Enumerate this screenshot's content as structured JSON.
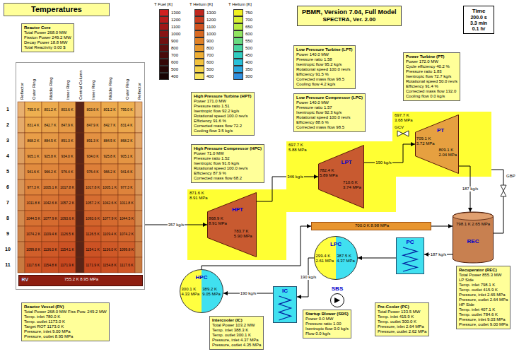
{
  "diagram": {
    "nodes": [
      {
        "text": [
          "Temperatures"
        ]
      },
      {
        "text": [
          "Reactor Core",
          "Total Power 268.0 MW",
          "Fission Power 249.2 MW",
          "Decay Power 18.8 MW",
          "Total Reactivity 0.00 $"
        ]
      },
      {
        "text": [
          "PBMR, Version 7.04, Full Model",
          "SPECTRA, Ver. 2.00"
        ]
      },
      {
        "text": [
          "Time",
          "200.0 s",
          "3.3 min",
          "0.1 hr"
        ]
      },
      {
        "text": [
          "Reflector",
          "Outer Ring",
          "Middle Ring",
          "Inner Ring",
          "Central Column",
          "Inner Ring",
          "Middle Ring",
          "Outer Ring",
          "Reflector"
        ]
      },
      {
        "text": [
          "RV",
          "755.2 K 8.95 MPa"
        ],
        "in": 4
      },
      {
        "text": [
          "Reactor Vessel (RV)",
          "Total Power 268.0 MW Fiss Pow. 249.2 MW",
          "Temp. inlet 780.0 K",
          "Temp. outlet 1173.0 K",
          "Target ROT 1173.0 K",
          "Pressure, inlet 9.00 MPa",
          "Pressure, outlet 8.95 MPa"
        ]
      },
      {
        "text": [
          "High Pressure Turbine (HPT)",
          "Power 171.0 MW",
          "Pressure ratio 1.51",
          "Isentropic flow 92.2 kg/s",
          "Rotational speed 100.0 rev/s",
          "Efficiency 91.6 %",
          "Corrected mass flow 72.2",
          "Cooling flow 3.5 kg/s"
        ]
      },
      {
        "text": [
          "High Pressure Compressor (HPC)",
          "Power 71.0 MW",
          "Pressure ratio 1.52",
          "Isentropic flow 91.6 kg/s",
          "Rotational speed 100.0 rev/s",
          "Efficiency 87.9 %",
          "Corrected mass flow 68.2"
        ]
      },
      {
        "text": [
          "Low Pressure Turbine (LPT)",
          "Power 140.0 MW",
          "Pressure ratio 1.58",
          "Isentropic flow 95.2 kg/s",
          "Rotational speed 100.0 rev/s",
          "Efficiency 91.5 %",
          "Corrected mass flow 98.5",
          "Cooling flow 4.2 kg/s"
        ]
      },
      {
        "text": [
          "Low Pressure Compressor (LPC)",
          "Power 140.0 MW",
          "Pressure ratio 1.57",
          "Isentropic flow 92.3 kg/s",
          "Rotational speed 100.0 rev/s",
          "Efficiency 88.6 %",
          "Corrected mass flow 98.5"
        ]
      },
      {
        "text": [
          "Power Turbine (PT)",
          "Power 172.0 MW",
          "Cycle efficiency 40.2 %",
          "Pressure ratio 1.83",
          "Isentropic flow 72.7 kg/s",
          "Rotational speed 50.0 rev/s",
          "Efficiency 91.4 %",
          "Corrected mass flow 132.0",
          "Cooling flow 0.0 kg/s"
        ]
      },
      {
        "text": [
          "871.6 K 8.91 MPa"
        ]
      },
      {
        "text": [
          "HPT",
          "868.9 K 8.91 MPa",
          "783.7 K 5.90 MPa"
        ],
        "in": 12
      },
      {
        "text": [
          "697.7 K 5.88 MPa"
        ]
      },
      {
        "text": [
          "LPT",
          "782.4 K 5.89 MPa",
          "710.6 K 3.74 MPa"
        ],
        "in": 14
      },
      {
        "text": [
          "697.7 K 3.68 MPa"
        ]
      },
      {
        "text": [
          "PT",
          "709.1 K 3.72 MPa",
          "809.1 K 2.04 MPa"
        ],
        "in": 16
      },
      {
        "text": [
          "REC",
          "798.1 K 2.65 MPa"
        ]
      },
      {
        "text": [
          "700.0 K 8.98 MPa"
        ]
      },
      {
        "text": [
          "LPC",
          "299.4 K 2.61 MPa",
          "387.5 K 4.37 MPa"
        ]
      },
      {
        "text": [
          "HPC",
          "300.1 K 4.33 MPa",
          "389.2 K 9.05 MPa"
        ]
      },
      {
        "text": [
          "PC"
        ]
      },
      {
        "text": [
          "IC"
        ]
      },
      {
        "text": [
          "SBS"
        ]
      },
      {
        "text": [
          "Recuperator (REC)",
          "Total Power 855.3 MW",
          "LP Side",
          "Temp. inlet 798.1 K",
          "Temp. outlet 415.9 K",
          "Pressure, inlet 2.65 MPa",
          "Pressure, outlet 2.64 MPa",
          "HP Side",
          "Temp. inlet 407.1 K",
          "Temp. outlet 784.6 K",
          "Pressure, inlet 9.03 MPa",
          "Pressure, outlet 9.00 MPa"
        ]
      },
      {
        "text": [
          "Pre-Cooler (PC)",
          "Total Power 133.5 MW",
          "Temp. inlet 415.9 K",
          "Temp. outlet 300.0 K",
          "Pressure, inlet 2.64 MPa",
          "Pressure, outlet 2.62 MPa"
        ]
      },
      {
        "text": [
          "Startup Blower (SBS)",
          "Power 0.0 MW",
          "Pressure ratio 1.00",
          "Isentropic flow 0.0 kg/s",
          "Flow 0.0 kg/s"
        ]
      },
      {
        "text": [
          "Intercooler (IC)",
          "Total Power 103.2 MW",
          "Temp. inlet 388.3 K",
          "Temp. outlet 300.1 K",
          "Pressure, inlet 4.37 MPa",
          "Pressure, outlet 4.35 MPa"
        ]
      }
    ],
    "edges": [
      {
        "from": 4,
        "to": 13,
        "arrow": "to",
        "label": "357 kg/s"
      },
      {
        "from": 13,
        "to": 15,
        "arrow": "to",
        "label": "346 kg/s"
      },
      {
        "from": 15,
        "to": 17,
        "arrow": "to",
        "label": "190 kg/s"
      },
      {
        "from": 17,
        "to": 18,
        "arrow": "to",
        "label": "187 kg/s"
      },
      {
        "from": 18,
        "to": 22,
        "arrow": "to",
        "label": "187 kg/s"
      },
      {
        "from": 22,
        "to": 20,
        "arrow": "to"
      },
      {
        "from": 20,
        "to": 23,
        "arrow": "to",
        "label": "190 kg/s"
      },
      {
        "from": 23,
        "to": 21,
        "arrow": "to",
        "label": "190 kg/s"
      },
      {
        "from": 21,
        "to": 19,
        "arrow": "to"
      },
      {
        "from": 19,
        "to": 18,
        "arrow": "to"
      }
    ],
    "labels": [
      "T Fuel [K]",
      "T Helium [K]",
      "T Helium [K]",
      "1",
      "2",
      "3",
      "4",
      "5",
      "6",
      "7",
      "8",
      "9",
      "10",
      "11",
      "795.0 K",
      "801.2 K",
      "803.6 K",
      "803.6 K",
      "801.2 K",
      "795.0 K",
      "831.4 K",
      "842.7 K",
      "847.9 K",
      "847.9 K",
      "842.7 K",
      "831.4 K",
      "868.2 K",
      "884.5 K",
      "891.3 K",
      "891.3 K",
      "884.5 K",
      "868.2 K",
      "905.1 K",
      "925.8 K",
      "934.0 K",
      "934.0 K",
      "925.8 K",
      "905.1 K",
      "941.6 K",
      "966.2 K",
      "976.4 K",
      "976.4 K",
      "966.2 K",
      "941.6 K",
      "977.3 K",
      "1005.1 K",
      "1017.8 K",
      "1017.8 K",
      "1005.1 K",
      "977.3 K",
      "1011.8 K",
      "1042.6 K",
      "1057.2 K",
      "1057.2 K",
      "1042.6 K",
      "1011.8 K",
      "1044.5 K",
      "1077.9 K",
      "1093.6 K",
      "1093.6 K",
      "1077.9 K",
      "1044.5 K",
      "1074.2 K",
      "1109.4 K",
      "1126.5 K",
      "1126.5 K",
      "1109.4 K",
      "1074.2 K",
      "1099.8 K",
      "1136.0 K",
      "1154.1 K",
      "1154.1 K",
      "1136.0 K",
      "1099.8 K",
      "1117.6 K",
      "1154.8 K",
      "1171.9 K",
      "1171.9 K",
      "1154.8 K",
      "1117.6 K",
      "GCV",
      "GBP"
    ],
    "legend": [
      {
        "text": "1300",
        "color": "#d02020"
      },
      {
        "text": "1200",
        "color": "#b81c1c"
      },
      {
        "text": "1100",
        "color": "#a01818"
      },
      {
        "text": "1000",
        "color": "#881414"
      },
      {
        "text": "900",
        "color": "#701010"
      },
      {
        "text": "800",
        "color": "#5c0e0e"
      },
      {
        "text": "700",
        "color": "#480b0b"
      },
      {
        "text": "600",
        "color": "#360808"
      },
      {
        "text": "500",
        "color": "#260606"
      },
      {
        "text": "400",
        "color": "#180404"
      },
      {
        "text": "1300",
        "color": "#c0281e"
      },
      {
        "text": "1200",
        "color": "#c83c1e"
      },
      {
        "text": "1100",
        "color": "#d0521f"
      },
      {
        "text": "1000",
        "color": "#d86a22"
      },
      {
        "text": "900",
        "color": "#e08226"
      },
      {
        "text": "800",
        "color": "#e8982c"
      },
      {
        "text": "700",
        "color": "#eeae34"
      },
      {
        "text": "600",
        "color": "#f2c23e"
      },
      {
        "text": "500",
        "color": "#f6d44c"
      },
      {
        "text": "400",
        "color": "#f8e45e"
      },
      {
        "text": "750",
        "color": "#f0f020"
      },
      {
        "text": "700",
        "color": "#d8f030"
      },
      {
        "text": "650",
        "color": "#b8ec40"
      },
      {
        "text": "600",
        "color": "#90e460"
      },
      {
        "text": "550",
        "color": "#68dc80"
      },
      {
        "text": "500",
        "color": "#48d4a0"
      },
      {
        "text": "450",
        "color": "#30ccc0"
      },
      {
        "text": "400",
        "color": "#28c0d8"
      },
      {
        "text": "350",
        "color": "#2aa8e0"
      },
      {
        "text": "300",
        "color": "#3090e0"
      }
    ]
  }
}
